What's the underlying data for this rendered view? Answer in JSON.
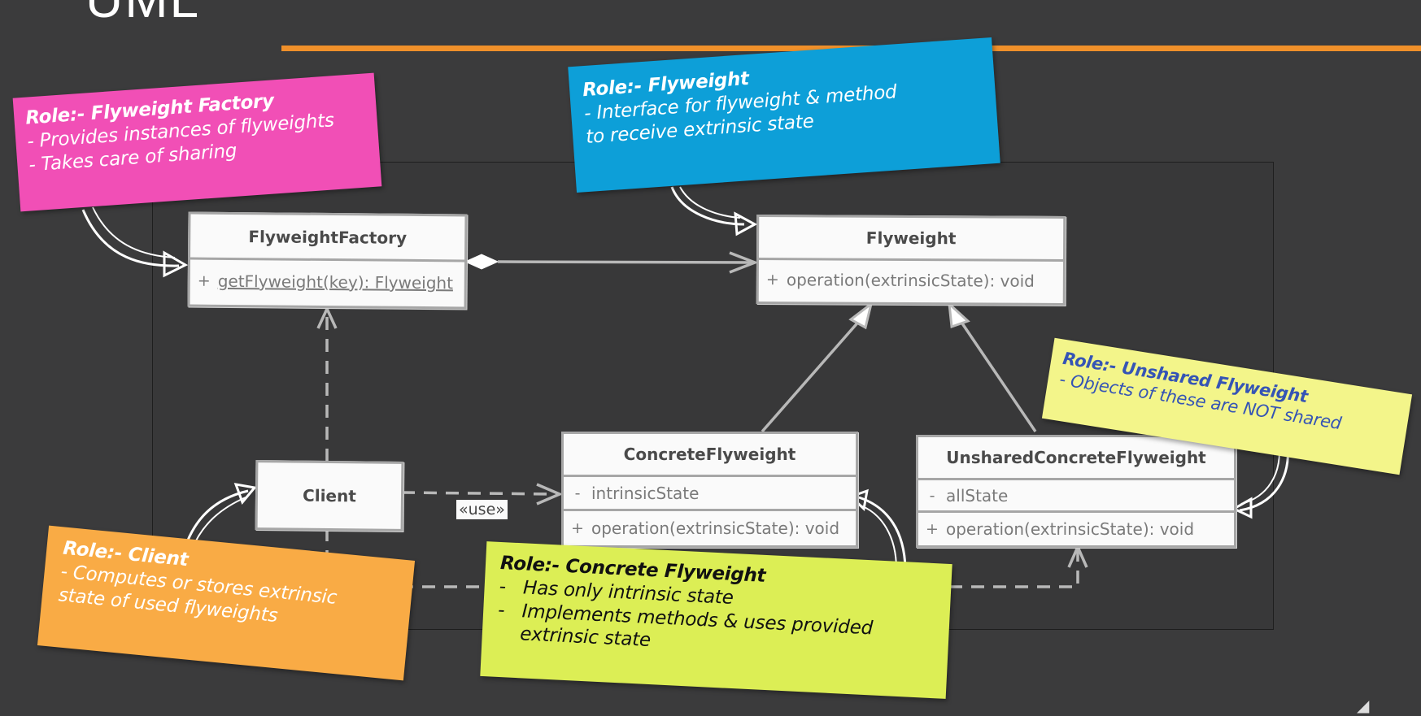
{
  "slide": {
    "title": "UML"
  },
  "colors": {
    "background": "#3b3b3c",
    "accent_rule": "#f0902a",
    "note_factory": "#f14fb6",
    "note_flyweight": "#0d9fd8",
    "note_unshared": "#f3f58a",
    "note_client": "#f9ab45",
    "note_concrete": "#dcee55",
    "uml_border": "#a6a6a6"
  },
  "classes": {
    "factory": {
      "name": "FlyweightFactory",
      "visibility": "+",
      "method": "getFlyweight(key): Flyweight"
    },
    "flyweight": {
      "name": "Flyweight",
      "visibility": "+",
      "method": "operation(extrinsicState): void"
    },
    "concrete": {
      "name": "ConcreteFlyweight",
      "attr_visibility": "-",
      "attr": "intrinsicState",
      "visibility": "+",
      "method": "operation(extrinsicState): void"
    },
    "unshared": {
      "name": "UnsharedConcreteFlyweight",
      "attr_visibility": "-",
      "attr": "allState",
      "visibility": "+",
      "method": "operation(extrinsicState): void"
    },
    "client": {
      "name": "Client"
    }
  },
  "use_label": "«use»",
  "notes": {
    "factory": {
      "role": "Role:- Flyweight Factory",
      "lines": [
        "- Provides instances of flyweights",
        "- Takes care of sharing"
      ]
    },
    "flyweight": {
      "role": "Role:- Flyweight",
      "lines": [
        "- Interface for flyweight & method",
        "to receive extrinsic state"
      ]
    },
    "unshared": {
      "role": "Role:- Unshared Flyweight",
      "lines": [
        "- Objects of these are NOT shared"
      ]
    },
    "client": {
      "role": "Role:- Client",
      "lines": [
        "- Computes or stores extrinsic",
        "state of used flyweights"
      ]
    },
    "concrete": {
      "role": "Role:- Concrete Flyweight",
      "lines": [
        "-   Has only intrinsic state",
        "-   Implements methods & uses provided",
        "    extrinsic state"
      ]
    }
  }
}
